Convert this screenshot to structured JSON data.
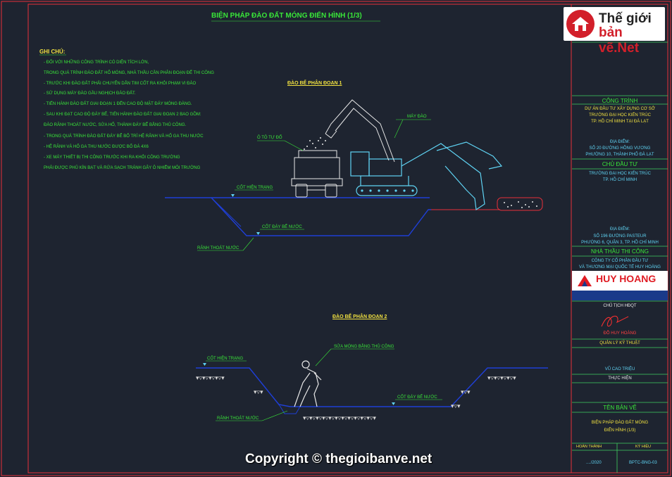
{
  "title": "BIỆN PHÁP ĐÀO ĐẤT MÓNG ĐIỂN HÌNH (1/3)",
  "notes": {
    "heading": "GHI CHÚ:",
    "lines": [
      "- ĐỐI VỚI NHỮNG CÔNG TRÌNH CÓ DIỆN TÍCH LỚN,",
      "TRONG QUÁ TRÌNH ĐÀO ĐẤT HỐ MÓNG, NHÀ THẦU CẦN PHÂN ĐOẠN ĐỂ THI CÔNG",
      "- TRƯỚC KHI ĐÀO ĐẤT PHẢI CHUYỂN DẪN TIM CỐT RA KHỎI PHẠM VI ĐÀO",
      "- SỬ DỤNG MÁY ĐÀO GẦU NGHỊCH ĐÀO ĐẤT.",
      "- TIẾN HÀNH ĐÀO ĐẤT GIAI ĐOẠN 1 ĐẾN CAO ĐỘ MẶT ĐÁY MÓNG ĐÀNG.",
      "- SAU KHI ĐẠT CAO ĐỘ ĐÁY BỂ, TIẾN HÀNH ĐÀO ĐẤT GIAI ĐOẠN 2 BAO GỒM:",
      "ĐÀO RÃNH THOÁT NƯỚC, SỬA HỐ, THÀNH ĐÁY BỂ BẰNG THỦ CÔNG.",
      "- TRONG QUÁ TRÌNH ĐÀO ĐẤT ĐÁY BỂ BỐ TRÍ HỆ RÃNH VÀ HỐ GA THU NƯỚC",
      "- HỆ RÃNH VÀ HỐ GA THU NƯỚC ĐƯỢC BỐ ĐÁ 4X6",
      "- XE MÁY THIẾT BỊ THI CÔNG TRƯỚC KHI RA KHỎI CÔNG TRƯỜNG",
      "PHẢI ĐƯỢC PHỦ KÍN BẠT VÀ RỬA SẠCH TRÁNH GÂY Ô NHIỄM MÔI TRƯỜNG"
    ]
  },
  "stage1": {
    "title": "ĐÀO BỂ PHÂN ĐOẠN 1",
    "truck_label": "Ô TÔ TỰ ĐỔ",
    "excavator_label": "MÁY ĐÀO",
    "existing_level": "CỐT HIỆN TRẠNG",
    "bottom_level": "CỐT ĐÁY BỂ NƯỚC",
    "drain": "RÃNH THOÁT NƯỚC"
  },
  "stage2": {
    "title": "ĐÀO BỂ PHÂN ĐOẠN 2",
    "existing_level": "CỐT HIỆN TRẠNG",
    "manual_label": "SỬA MÓNG BẰNG THỦ CÔNG",
    "bottom_level": "CỐT ĐÁY BỂ NƯỚC",
    "drain": "RÃNH THOÁT NƯỚC"
  },
  "logo": {
    "line1": "Thế giới",
    "line2": "bản vẽ.Net"
  },
  "title_block": {
    "project_head": "CÔNG TRÌNH",
    "project": [
      "DỰ ÁN ĐẦU TƯ XÂY DỰNG CƠ SỞ",
      "TRƯỜNG ĐẠI HỌC KIẾN TRÚC",
      "TP. HỒ CHÍ MINH TẠI ĐÀ LẠT"
    ],
    "location_head": "ĐỊA ĐIỂM:",
    "location": [
      "SỐ 20 ĐƯỜNG HỒNG VƯƠNG",
      "PHƯỜNG 10, THÀNH PHỐ ĐÀ LẠT"
    ],
    "owner_head": "CHỦ ĐẦU TƯ",
    "owner": [
      "TRƯỜNG ĐẠI HỌC KIẾN TRÚC",
      "TP. HỒ CHÍ MINH"
    ],
    "owner_location_head": "ĐỊA ĐIỂM:",
    "owner_location": [
      "SỐ 196 ĐƯỜNG PASTEUR",
      "PHƯỜNG 6, QUẬN 3, TP. HỒ CHÍ MINH"
    ],
    "contractor_head": "NHÀ THẦU THI CÔNG",
    "contractor": [
      "CÔNG TY CỔ PHẦN ĐẦU TƯ",
      "VÀ THƯƠNG MẠI QUỐC TẾ HUY HOÀNG"
    ],
    "contractor_logo": "HUY HOANG",
    "chairman_head": "CHỦ TỊCH HĐQT",
    "chairman": "ĐỖ HUY HOÀNG",
    "manager_head": "QUẢN LÝ KỸ THUẬT",
    "manager": "VŨ CAO TRIỆU",
    "executor_head": "THỰC HIỆN",
    "drawing_head": "TÊN BẢN VẼ",
    "drawing": [
      "BIỆN PHÁP ĐÀO ĐẤT MÓNG",
      "ĐIỂN HÌNH (1/3)"
    ],
    "complete_head": "HOÀN THÀNH",
    "sign_head": "KÝ HIỆU",
    "complete": "..../2020",
    "sign": "BPTC-BNG-03"
  },
  "copyright": "Copyright © thegioibanve.net"
}
